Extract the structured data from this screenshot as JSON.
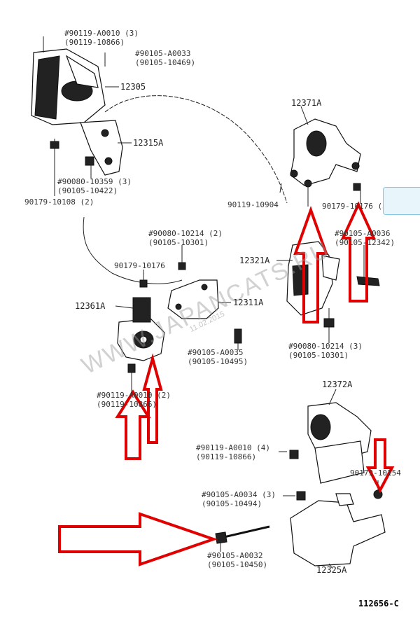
{
  "labels": {
    "l1": "#90119-A0010 (3)",
    "l2": "(90119-10866)",
    "l3": "#90105-A0033",
    "l4": "(90105-10469)",
    "p12305": "12305",
    "p12315A": "12315A",
    "l5": "#90080-10359 (3)",
    "l6": "(90105-10422)",
    "l7": "90179-10108 (2)",
    "p12371A": "12371A",
    "l8": "90119-10904",
    "l9": "90179-10176 (3)",
    "l10": "#90105-A0036",
    "l11": "(90105-12342)",
    "l12": "#90080-10214 (2)",
    "l13": "(90105-10301)",
    "l14": "90179-10176",
    "p12321A": "12321A",
    "p12361A": "12361A",
    "p12311A": "12311A",
    "l15": "#90105-A0035",
    "l16": "(90105-10495)",
    "l17": "#90080-10214 (3)",
    "l18": "(90105-10301)",
    "l19": "#90119-A0010 (2)",
    "l20": "(90119-10866)",
    "p12372A": "12372A",
    "l21": "#90119-A0010 (4)",
    "l22": "(90119-10866)",
    "l23": "90179-10154",
    "l24": "#90105-A0034 (3)",
    "l25": "(90105-10494)",
    "l26": "#90105-A0032",
    "l27": "(90105-10450)",
    "p12325A": "12325A",
    "ref": "112656-C"
  },
  "watermark": {
    "main": "WWW.JAPANCATS.RU",
    "date": "11.02.2015"
  },
  "colors": {
    "arrow": "#e00000",
    "line": "#222222",
    "watermark": "#9a9a9a"
  }
}
